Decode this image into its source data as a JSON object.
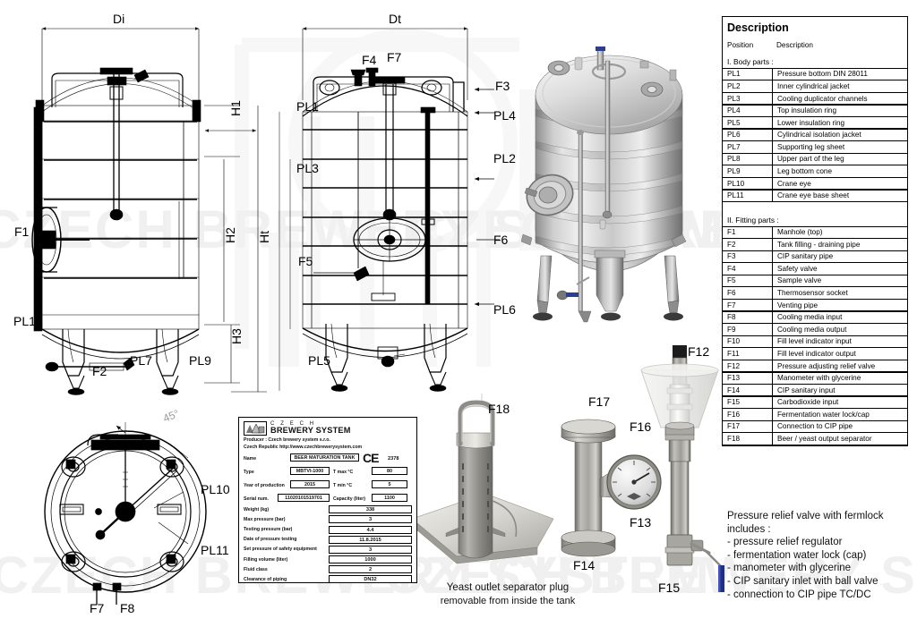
{
  "document": {
    "watermark": "CZECH BREWERY SYSTEM",
    "watermark_short": "CZECH BREWERY"
  },
  "description_table": {
    "title": "Description",
    "col_position": "Position",
    "col_description": "Description",
    "section_body": "I. Body parts :",
    "section_fitting": "II. Fitting parts :",
    "body_parts": [
      {
        "pos": "PL1",
        "desc": "Pressure bottom DIN 28011"
      },
      {
        "pos": "PL2",
        "desc": "Inner cylindrical jacket"
      },
      {
        "pos": "PL3",
        "desc": "Cooling duplicator channels"
      },
      {
        "pos": "PL4",
        "desc": "Top insulation ring"
      },
      {
        "pos": "PL5",
        "desc": "Lower insulation ring"
      },
      {
        "pos": "PL6",
        "desc": "Cylindrical isolation jacket"
      },
      {
        "pos": "PL7",
        "desc": "Supporting leg sheet"
      },
      {
        "pos": "PL8",
        "desc": "Upper part of the leg"
      },
      {
        "pos": "PL9",
        "desc": "Leg bottom cone"
      },
      {
        "pos": "PL10",
        "desc": "Crane eye"
      },
      {
        "pos": "PL11",
        "desc": "Crane eye base sheet"
      }
    ],
    "fitting_parts": [
      {
        "pos": "F1",
        "desc": "Manhole (top)"
      },
      {
        "pos": "F2",
        "desc": "Tank filling - draining pipe"
      },
      {
        "pos": "F3",
        "desc": "CIP sanitary pipe"
      },
      {
        "pos": "F4",
        "desc": "Safety valve"
      },
      {
        "pos": "F5",
        "desc": "Sample valve"
      },
      {
        "pos": "F6",
        "desc": "Thermosensor socket"
      },
      {
        "pos": "F7",
        "desc": "Venting pipe"
      },
      {
        "pos": "F8",
        "desc": "Cooling media input"
      },
      {
        "pos": "F9",
        "desc": "Cooling media output"
      },
      {
        "pos": "F10",
        "desc": "Fill level indicator input"
      },
      {
        "pos": "F11",
        "desc": "Fill level indicator output"
      },
      {
        "pos": "F12",
        "desc": "Pressure adjusting relief valve"
      },
      {
        "pos": "F13",
        "desc": "Manometer with glycerine"
      },
      {
        "pos": "F14",
        "desc": "CIP sanitary input"
      },
      {
        "pos": "F15",
        "desc": "Carbodioxide input"
      },
      {
        "pos": "F16",
        "desc": "Fermentation water lock/cap"
      },
      {
        "pos": "F17",
        "desc": "Connection to CIP pipe"
      },
      {
        "pos": "F18",
        "desc": "Beer / yeast output separator"
      }
    ]
  },
  "nameplate": {
    "brand_line1": "C Z E C H",
    "brand_line2": "BREWERY SYSTEM",
    "producer_line1": "Producer : Czech brewery system s.r.o.",
    "producer_line2": "Czech Republic http://www.czechbrewerysystem.com",
    "label_name": "Name",
    "value_name": "BEER MATURATION TANK",
    "ce_mark": "CE",
    "ce_number": "2378",
    "label_type": "Type",
    "value_type": "MBTVI-1000",
    "label_tmax": "T max °C",
    "value_tmax": "80",
    "label_year": "Year of production",
    "value_year": "2015",
    "label_tmin": "T min °C",
    "value_tmin": "5",
    "label_serial": "Serial num.",
    "value_serial": "11020101519701",
    "label_capacity": "Capacity (liter)",
    "value_capacity": "1100",
    "rows": [
      {
        "label": "Weight (kg)",
        "value": "338"
      },
      {
        "label": "Max pressure (bar)",
        "value": "3"
      },
      {
        "label": "Testing pressure (bar)",
        "value": "4.4"
      },
      {
        "label": "Date of pressure testing",
        "value": "11.8.2015"
      },
      {
        "label": "Set pressure of safety equipment",
        "value": "3"
      },
      {
        "label": "Filling volume (liter)",
        "value": "1000"
      },
      {
        "label": "Fluid class",
        "value": "2"
      },
      {
        "label": "Clearance of piping",
        "value": "DN32"
      }
    ]
  },
  "relief_note": {
    "title": "Pressure relief valve with fermlock includes :",
    "items": [
      "- pressure relief regulator",
      "- fermentation water lock (cap)",
      "- manometer with glycerine",
      "- CIP sanitary inlet with ball valve",
      "- connection to CIP pipe TC/DC"
    ]
  },
  "yeast_caption": {
    "line1": "Yeast outlet separator plug",
    "line2": "removable from inside the tank"
  },
  "front_view": {
    "dim_di": "Di",
    "dim_h1": "H1",
    "dim_h2": "H2",
    "dim_ht": "Ht",
    "dim_h3": "H3",
    "callouts": [
      {
        "id": "F1",
        "text": "F1"
      },
      {
        "id": "F2",
        "text": "F2"
      },
      {
        "id": "PL1",
        "text": "PL1"
      },
      {
        "id": "PL7",
        "text": "PL7"
      },
      {
        "id": "PL9",
        "text": "PL9"
      }
    ]
  },
  "section_view": {
    "dim_dt": "Dt",
    "callouts": [
      {
        "id": "F4",
        "text": "F4"
      },
      {
        "id": "F7",
        "text": "F7"
      },
      {
        "id": "F3",
        "text": "F3"
      },
      {
        "id": "PL1",
        "text": "PL1"
      },
      {
        "id": "PL4",
        "text": "PL4"
      },
      {
        "id": "PL3",
        "text": "PL3"
      },
      {
        "id": "PL2",
        "text": "PL2"
      },
      {
        "id": "F6",
        "text": "F6"
      },
      {
        "id": "F5",
        "text": "F5"
      },
      {
        "id": "PL6",
        "text": "PL6"
      },
      {
        "id": "PL5",
        "text": "PL5"
      }
    ]
  },
  "top_view": {
    "angle": "45°",
    "callouts": [
      {
        "id": "PL10",
        "text": "PL10"
      },
      {
        "id": "PL11",
        "text": "PL11"
      },
      {
        "id": "F7",
        "text": "F7"
      },
      {
        "id": "F8",
        "text": "F8"
      }
    ]
  },
  "detail_parts": {
    "callouts": [
      {
        "id": "F18",
        "text": "F18"
      },
      {
        "id": "F17",
        "text": "F17"
      },
      {
        "id": "F16",
        "text": "F16"
      },
      {
        "id": "F12",
        "text": "F12"
      },
      {
        "id": "F13",
        "text": "F13"
      },
      {
        "id": "F14",
        "text": "F14"
      },
      {
        "id": "F15",
        "text": "F15"
      }
    ]
  },
  "colors": {
    "line": "#000000",
    "watermark": "#f0f0f0",
    "metal_light": "#e8e8e8",
    "metal_mid": "#b8b8b8",
    "metal_dark": "#808080",
    "accent_blue": "#1a3a9e"
  }
}
